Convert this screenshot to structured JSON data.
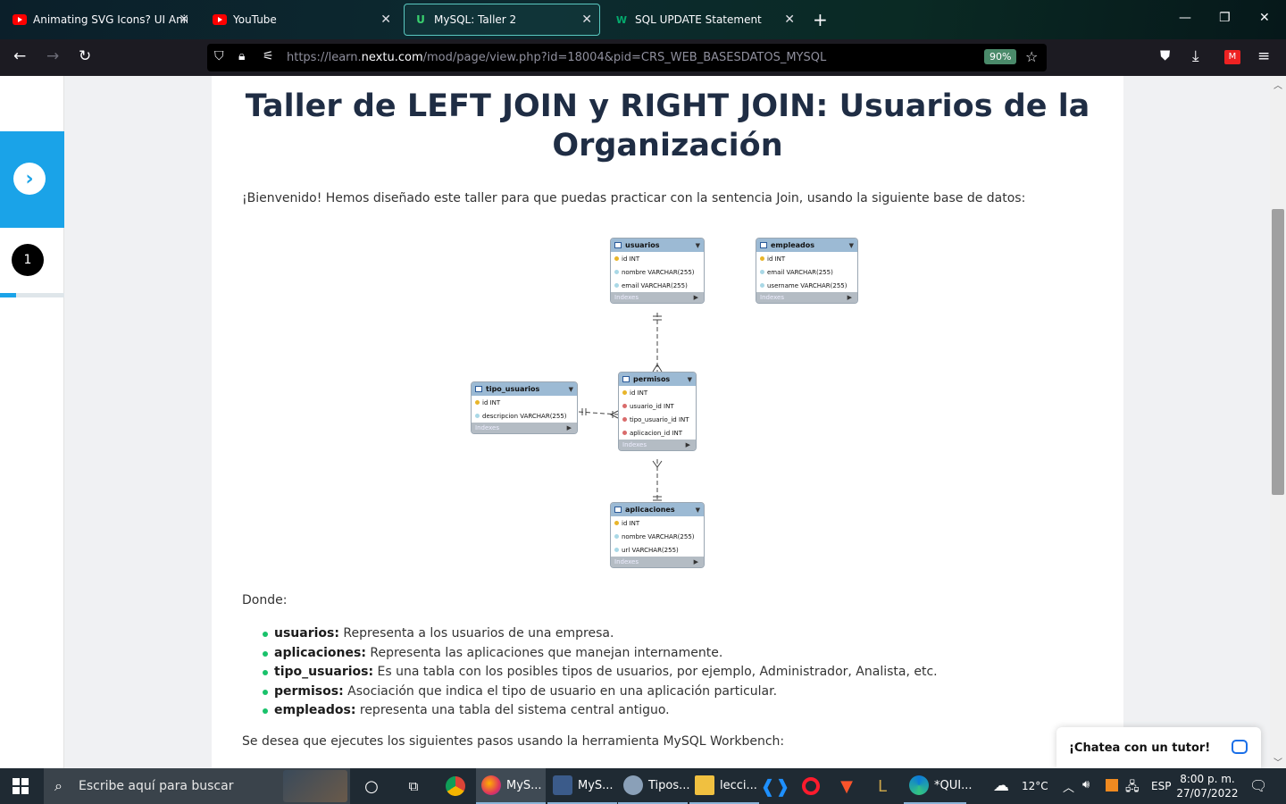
{
  "browser": {
    "tabs": [
      {
        "title": "Animating SVG Icons? UI Anima",
        "favicon": "youtube-icon"
      },
      {
        "title": "YouTube",
        "favicon": "youtube-icon"
      },
      {
        "title": "MySQL: Taller 2",
        "favicon": "nextu-icon",
        "active": true
      },
      {
        "title": "SQL UPDATE Statement",
        "favicon": "w3schools-icon"
      }
    ],
    "url_prefix": "https://learn.",
    "url_domain": "nextu.com",
    "url_path": "/mod/page/view.php?id=18004&pid=CRS_WEB_BASESDATOS_MYSQL",
    "zoom": "90%"
  },
  "sidebar": {
    "step_number": "1",
    "progress_fraction": 0.25
  },
  "page": {
    "title": "Taller de LEFT JOIN y RIGHT JOIN: Usuarios de la Organización",
    "intro": "¡Bienvenido! Hemos diseñado este taller para que puedas practicar con la sentencia Join, usando la siguiente base de datos:",
    "donde": "Donde:",
    "definitions": [
      {
        "term": "usuarios:",
        "text": " Representa a los usuarios de una empresa."
      },
      {
        "term": "aplicaciones:",
        "text": " Representa las aplicaciones que manejan internamente."
      },
      {
        "term": "tipo_usuarios:",
        "text": " Es una tabla con los posibles tipos de usuarios, por ejemplo, Administrador, Analista, etc."
      },
      {
        "term": "permisos:",
        "text": " Asociación que indica el tipo de usuario en una aplicación particular."
      },
      {
        "term": "empleados:",
        "text": " representa una tabla del sistema central antiguo."
      }
    ],
    "steps_intro": "Se desea que ejecutes los siguientes pasos usando la herramienta MySQL Workbench:"
  },
  "erd": {
    "indexes_label": "Indexes",
    "tables": {
      "usuarios": {
        "name": "usuarios",
        "columns": [
          "id INT",
          "nombre VARCHAR(255)",
          "email VARCHAR(255)"
        ]
      },
      "empleados": {
        "name": "empleados",
        "columns": [
          "id INT",
          "email VARCHAR(255)",
          "username VARCHAR(255)"
        ]
      },
      "permisos": {
        "name": "permisos",
        "columns": [
          "id INT",
          "usuario_id INT",
          "tipo_usuario_id INT",
          "aplicacion_id INT"
        ]
      },
      "tipo_usuarios": {
        "name": "tipo_usuarios",
        "columns": [
          "id INT",
          "descripcion VARCHAR(255)"
        ]
      },
      "aplicaciones": {
        "name": "aplicaciones",
        "columns": [
          "id INT",
          "nombre VARCHAR(255)",
          "url VARCHAR(255)"
        ]
      }
    }
  },
  "chat": {
    "label": "¡Chatea con un tutor!"
  },
  "taskbar": {
    "search_placeholder": "Escribe aquí para buscar",
    "apps": [
      {
        "label": "MyS...",
        "icon": "firefox-icon"
      },
      {
        "label": "MyS...",
        "icon": "mysql-workbench-icon"
      },
      {
        "label": "Tipos...",
        "icon": "app-icon"
      },
      {
        "label": "lecci...",
        "icon": "folder-icon"
      },
      {
        "label": "*QUI...",
        "icon": "edge-icon"
      }
    ],
    "weather": "12°C",
    "language": "ESP",
    "time": "8:00 p. m.",
    "date": "27/07/2022"
  },
  "colors": {
    "accent": "#1aa3e8",
    "title": "#1f2d44",
    "bullet": "#19c26b"
  }
}
